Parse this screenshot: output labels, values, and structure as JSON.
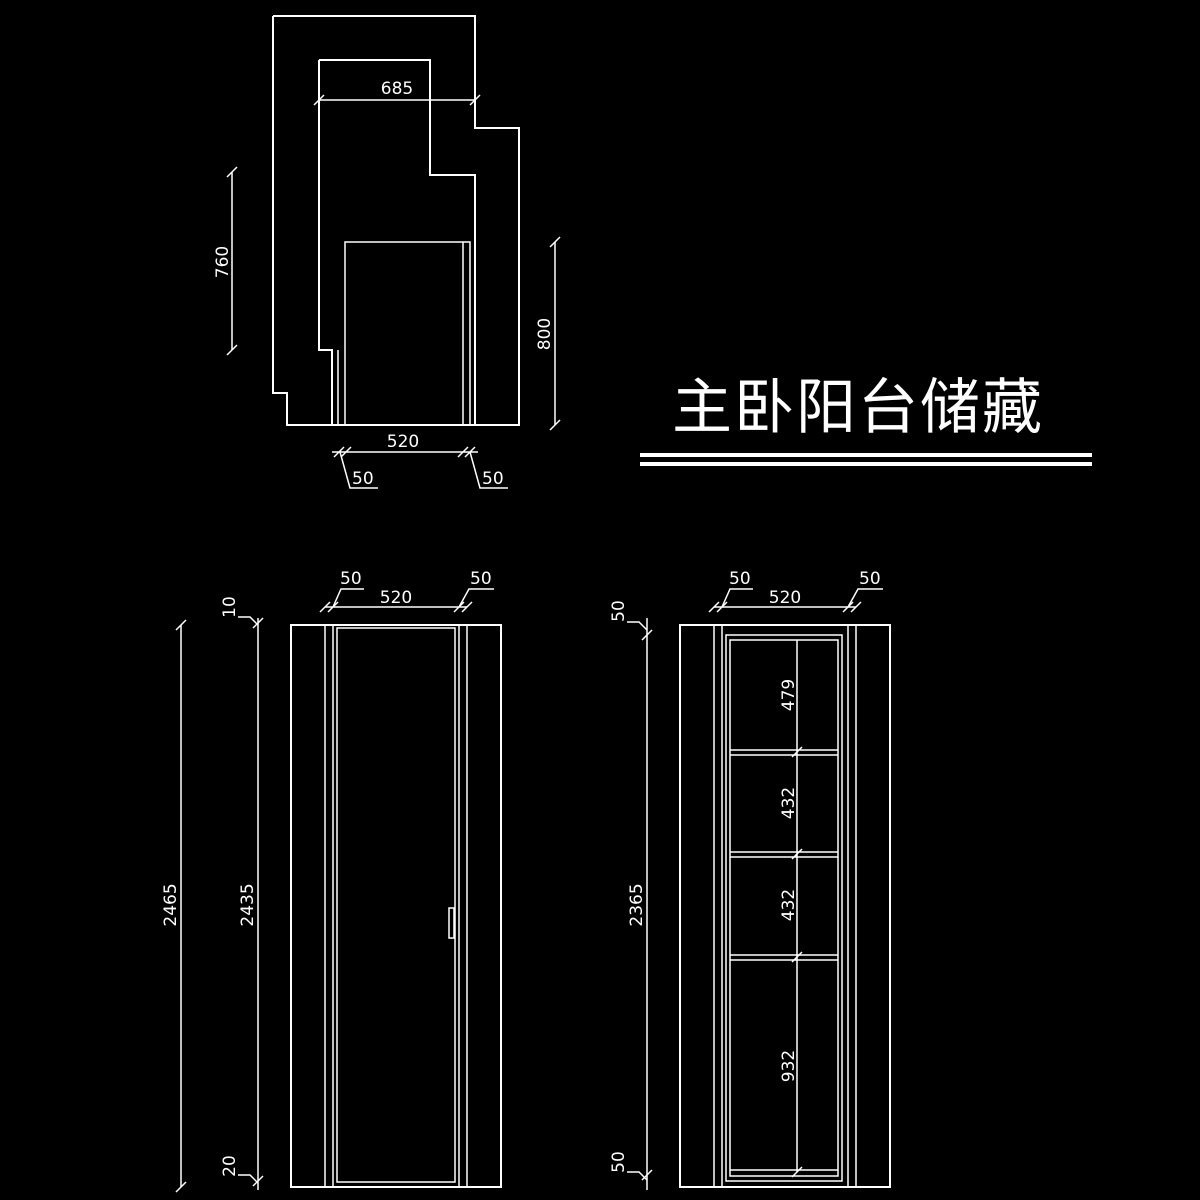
{
  "title": "主卧阳台储藏",
  "colors": {
    "background": "#000000",
    "line": "#ffffff"
  },
  "plan": {
    "width_top": "685",
    "height_left": "760",
    "height_right": "800",
    "inner_width": "520",
    "side_left": "50",
    "side_right": "50"
  },
  "door_elevation": {
    "side_left": "50",
    "inner_width": "520",
    "side_right": "50",
    "top_gap": "10",
    "total_height": "2465",
    "door_height": "2435",
    "bottom_gap": "20"
  },
  "shelf_elevation": {
    "side_left": "50",
    "inner_width": "520",
    "side_right": "50",
    "top_gap": "50",
    "inner_height": "2365",
    "bottom_gap": "50",
    "shelves": [
      "479",
      "432",
      "432",
      "932"
    ]
  }
}
